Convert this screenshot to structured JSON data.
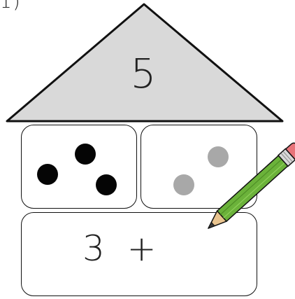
{
  "corner_mark": "1)",
  "roof": {
    "total": "5",
    "fill_color": "#d9d9d9"
  },
  "left_box": {
    "dot_count": 3,
    "dot_color": "#050505"
  },
  "right_box": {
    "dot_count": 2,
    "dot_color": "#a8a8a8"
  },
  "bottom_box": {
    "equation": "3  +"
  },
  "pencil": {
    "icon": "pencil-icon",
    "body_color": "#6bb23a",
    "eraser_color": "#e8747a"
  }
}
